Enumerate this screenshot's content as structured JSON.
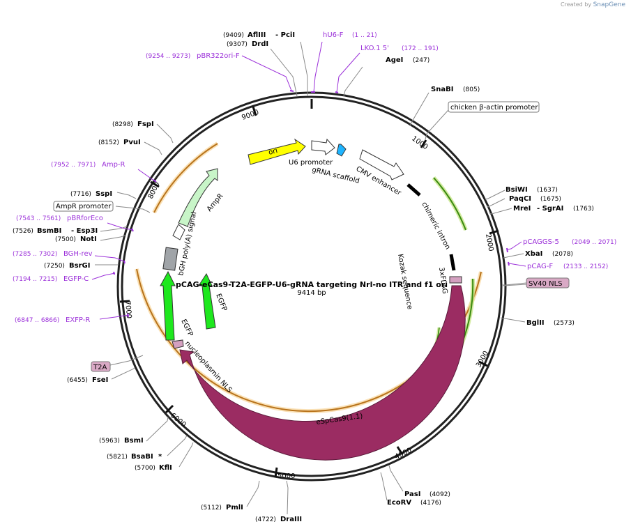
{
  "credit": {
    "prefix": "Created by",
    "brand": "SnapGene"
  },
  "plasmid": {
    "name": "pCAG-eCas9-T2A-EGFP-U6-gRNA targeting Nrl-no ITR and f1 ori",
    "length": "9414 bp"
  },
  "ticks": [
    "1000",
    "2000",
    "3000",
    "4000",
    "5000",
    "6000",
    "7000",
    "8000",
    "9000"
  ],
  "enzymes": [
    {
      "name": "AflIII",
      "pos": "(9409)"
    },
    {
      "name": "- PciI",
      "pos": ""
    },
    {
      "name": "DrdI",
      "pos": "(9307)"
    },
    {
      "name": "AgeI",
      "pos": "(247)"
    },
    {
      "name": "SnaBI",
      "pos": "(805)"
    },
    {
      "name": "BsiWI",
      "pos": "(1637)"
    },
    {
      "name": "PaqCI",
      "pos": "(1675)"
    },
    {
      "name": "MreI",
      "pos": ""
    },
    {
      "name": "- SgrAI",
      "pos": "(1763)"
    },
    {
      "name": "XbaI",
      "pos": "(2078)"
    },
    {
      "name": "BglII",
      "pos": "(2573)"
    },
    {
      "name": "PasI",
      "pos": "(4092)"
    },
    {
      "name": "EcoRV",
      "pos": "(4176)"
    },
    {
      "name": "DraIII",
      "pos": "(4722)"
    },
    {
      "name": "PmlI",
      "pos": "(5112)"
    },
    {
      "name": "KflI",
      "pos": "(5700)"
    },
    {
      "name": "BsaBI",
      "pos": "(5821)"
    },
    {
      "name": "*",
      "pos": ""
    },
    {
      "name": "BsmI",
      "pos": "(5963)"
    },
    {
      "name": "FseI",
      "pos": "(6455)"
    },
    {
      "name": "BsrGI",
      "pos": "(7250)"
    },
    {
      "name": "NotI",
      "pos": "(7500)"
    },
    {
      "name": "BsmBI",
      "pos": "(7526)"
    },
    {
      "name": "- Esp3I",
      "pos": ""
    },
    {
      "name": "SspI",
      "pos": "(7716)"
    },
    {
      "name": "PvuI",
      "pos": "(8152)"
    },
    {
      "name": "FspI",
      "pos": "(8298)"
    }
  ],
  "primers": [
    {
      "name": "hU6-F",
      "pos": "(1 .. 21)"
    },
    {
      "name": "LKO.1 5'",
      "pos": "(172 .. 191)"
    },
    {
      "name": "pBR322ori-F",
      "pos": "(9254 .. 9273)"
    },
    {
      "name": "pCAGGS-5",
      "pos": "(2049 .. 2071)"
    },
    {
      "name": "pCAG-F",
      "pos": "(2133 .. 2152)"
    },
    {
      "name": "Amp-R",
      "pos": "(7952 .. 7971)"
    },
    {
      "name": "pBRforEco",
      "pos": "(7543 .. 7561)"
    },
    {
      "name": "BGH-rev",
      "pos": "(7285 .. 7302)"
    },
    {
      "name": "EGFP-C",
      "pos": "(7194 .. 7215)"
    },
    {
      "name": "EXFP-R",
      "pos": "(6847 .. 6866)"
    }
  ],
  "boxed_labels": [
    "chicken β-actin promoter",
    "AmpR promoter",
    "SV40 NLS",
    "T2A"
  ],
  "features": [
    "ori",
    "U6 promoter",
    "gRNA scaffold",
    "CMV enhancer",
    "chimeric intron",
    "Kozak sequence",
    "3xFLAG",
    "eSpCas9(1.1)",
    "nucleoplasmin NLS",
    "EGFP",
    "EGFP",
    "bGH poly(A) signal",
    "AmpR"
  ],
  "colors": {
    "primer": "#9b30d9",
    "cas9": "#9b2c62",
    "egfp": "#1ee81e",
    "ori": "#ffff00",
    "ampr": "#c8f5c8",
    "orf": "#f5b942",
    "grna": "#1eb4ff",
    "nls": "#d4a0c0"
  }
}
